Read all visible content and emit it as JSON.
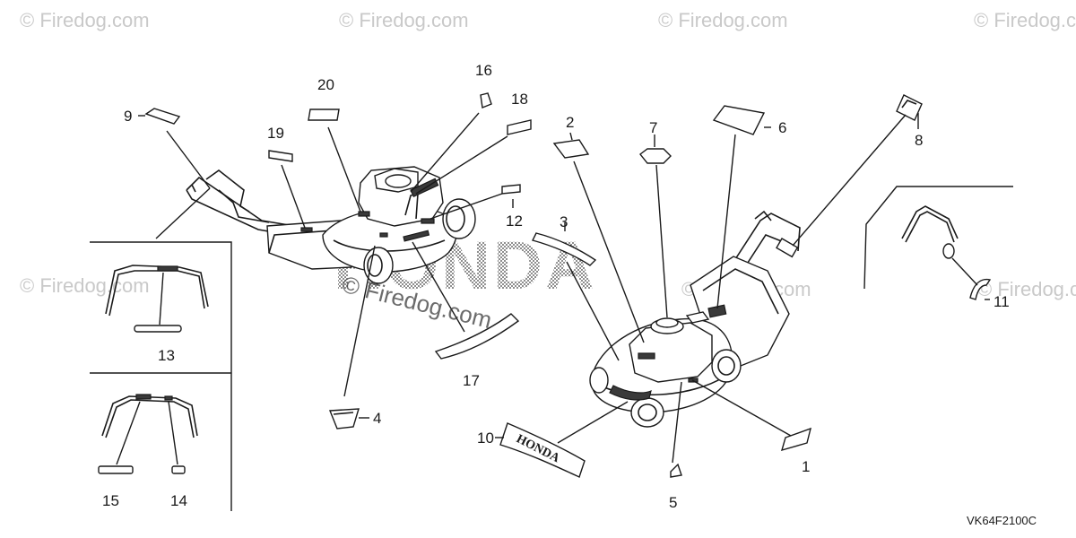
{
  "watermarks": [
    "© Firedog.com",
    "© Firedog.com",
    "© Firedog.com",
    "© Firedog.com",
    "© Firedog.com",
    "© Firedog.com",
    "© Firedog.com"
  ],
  "center_watermark": "© Firedog.com",
  "brand_watermark": "HONDA",
  "decal_text": "HONDA",
  "drawing_code": "VK64F2100C",
  "callouts": [
    "1",
    "2",
    "3",
    "4",
    "5",
    "6",
    "7",
    "8",
    "9",
    "10",
    "11",
    "12",
    "13",
    "14",
    "15",
    "16",
    "17",
    "18",
    "19",
    "20"
  ]
}
